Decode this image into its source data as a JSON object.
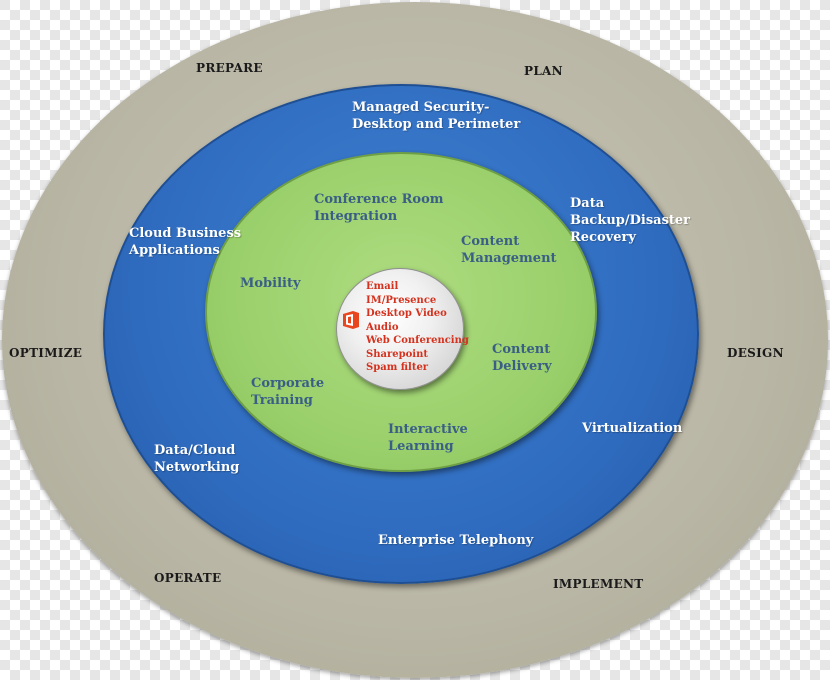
{
  "phases": {
    "prepare": "PREPARE",
    "plan": "PLAN",
    "design": "DESIGN",
    "implement": "IMPLEMENT",
    "operate": "OPERATE",
    "optimize": "OPTIMIZE"
  },
  "blue_ring": {
    "managed_security": [
      "Managed Security-",
      "Desktop and Perimeter"
    ],
    "data_backup": [
      "Data",
      "Backup/Disaster",
      "Recovery"
    ],
    "virtualization": "Virtualization",
    "enterprise_telephony": "Enterprise Telephony",
    "data_cloud_networking": [
      "Data/Cloud",
      "Networking"
    ],
    "cloud_business_apps": [
      "Cloud Business",
      "Applications"
    ]
  },
  "green_ring": {
    "conference_room": [
      "Conference Room",
      "Integration"
    ],
    "content_management": [
      "Content",
      "Management"
    ],
    "content_delivery": [
      "Content",
      "Delivery"
    ],
    "interactive_learning": [
      "Interactive",
      "Learning"
    ],
    "corporate_training": [
      "Corporate",
      "Training"
    ],
    "mobility": "Mobility"
  },
  "core": {
    "icon": "office-icon",
    "items": [
      "Email",
      "IM/Presence",
      "Desktop Video",
      "Audio",
      "Web Conferencing",
      "Sharepoint",
      "Spam filter"
    ]
  },
  "colors": {
    "outer_ring": "#bcb9a8",
    "blue_ring": "#2f6cc0",
    "green_ring": "#99cf6a",
    "core": "#e8e8e8",
    "core_text": "#d4321e",
    "office_icon": "#e8461f"
  }
}
